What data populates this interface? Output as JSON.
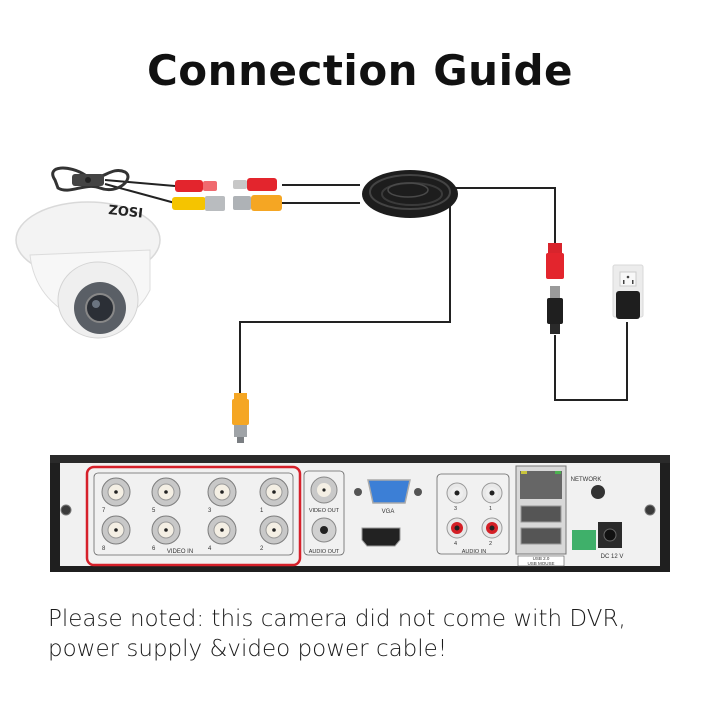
{
  "header": {
    "title": "Connection Guide"
  },
  "camera": {
    "brand": "ZOSI"
  },
  "dvr": {
    "video_in_label": "VIDEO IN",
    "video_in_ports": [
      "7",
      "5",
      "3",
      "1",
      "8",
      "6",
      "4",
      "2"
    ],
    "video_out_label": "VIDEO OUT",
    "audio_out_label": "AUDIO OUT",
    "vga_label": "VGA",
    "audio_in_label": "AUDIO IN",
    "audio_in_ports": [
      "3",
      "1",
      "4",
      "2"
    ],
    "network_label": "NETWORK",
    "usb_label": "USB 2.0",
    "usb_mouse_label": "USB MOUSE",
    "dc_label": "DC 12 V",
    "highlight_color": "#d6202a"
  },
  "colors": {
    "cable_red": "#e3252d",
    "cable_yellow": "#f5a623",
    "vga_blue": "#3c7fd6",
    "audio_red": "#d41f26"
  },
  "footer": {
    "note": "Please noted: this camera did not come with DVR, power supply &video power cable!"
  }
}
